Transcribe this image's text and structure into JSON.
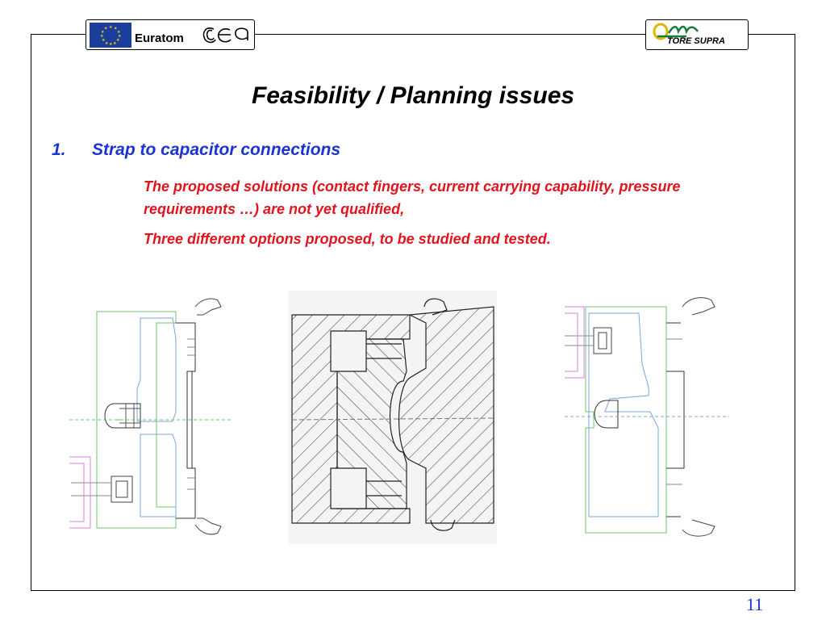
{
  "header": {
    "left_logo_text": "Euratom",
    "left_logo_mark": "cea",
    "right_logo_text": "TORE SUPRA"
  },
  "slide": {
    "title": "Feasibility / Planning issues",
    "item_number": "1.",
    "item_heading": "Strap to capacitor connections",
    "point_1": "The proposed solutions (contact fingers, current carrying capability, pressure requirements …) are not yet qualified,",
    "point_2": "Three different options proposed, to be studied and tested.",
    "page_number": "11"
  },
  "colors": {
    "title": "#000000",
    "heading": "#1a33d1",
    "points": "#e0141e",
    "eu_blue": "#1a3e9a",
    "eu_star": "#f7d117"
  },
  "icons": [
    "eu-flag-icon",
    "cea-logo-icon",
    "tore-supra-logo-icon"
  ]
}
